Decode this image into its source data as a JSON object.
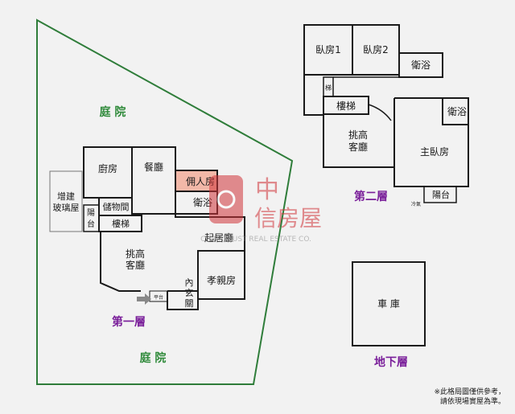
{
  "colors": {
    "wall": "#1a1a1a",
    "garden_line": "#2f7d3a",
    "garden_text": "#2f8a3a",
    "floor_text": "#7a1f9a",
    "servant_room_fill": "#f2b8a8",
    "logo_red": "#d0343a"
  },
  "labels": {
    "garden_top": "庭 院",
    "garden_bottom": "庭 院",
    "floor1": "第一層",
    "floor2": "第二層",
    "basement": "地下層"
  },
  "floor1": {
    "kitchen": "廚房",
    "dining": "餐廳",
    "servant_room": "佣人房",
    "bath": "衛浴",
    "glass_house": [
      "增建",
      "玻璃屋"
    ],
    "storage": "儲物間",
    "balcony": [
      "陽",
      "台"
    ],
    "stairs": "樓梯",
    "living": [
      "挑高",
      "客廳"
    ],
    "family_room": "起居廳",
    "inner_foyer": [
      "內",
      "玄",
      "關"
    ],
    "elder_room": "孝親房",
    "small_mark": "平台"
  },
  "floor2": {
    "bedroom1": "臥房1",
    "bedroom2": "臥房2",
    "bath": "衛浴",
    "stairs_small": "梯",
    "stairs": "樓梯",
    "living": [
      "挑高",
      "客廳"
    ],
    "master_bedroom": "主臥房",
    "master_bath": "衛浴",
    "balcony": "陽台",
    "small_mark": "冷氣"
  },
  "basement": {
    "garage": "車 庫"
  },
  "watermark": {
    "logo_cn": "中",
    "name_cn": "信房屋",
    "name_en": "CHINATRUST REAL ESTATE CO."
  },
  "disclaimer": [
    "※此格局圖僅供參考，",
    "請依現場實屋為準。"
  ]
}
